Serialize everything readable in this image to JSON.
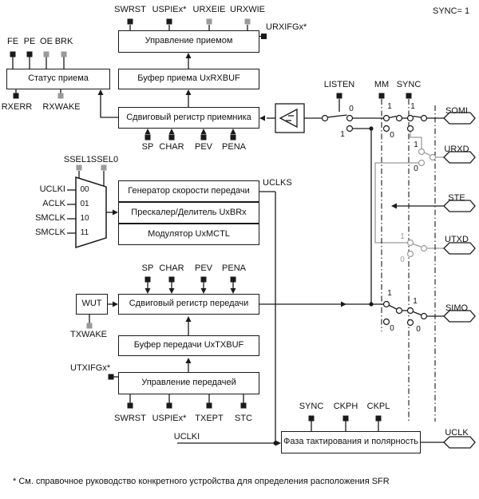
{
  "colors": {
    "line": "#1a1a1a",
    "inactive_line": "#9a9a9a",
    "background": "#ffffff"
  },
  "note_top_right": "SYNC= 1",
  "footnote": "* См. справочное руководство конкретного устройства для определения расположения SFR",
  "blocks": {
    "receive_control": "Управление приемом",
    "receive_status": "Статус приема",
    "receive_buffer": "Буфер приема UxRXBUF",
    "receive_shift": "Сдвиговый регистр приемника",
    "baud_generator": "Генератор скорости передачи",
    "prescaler": "Прескалер/Делитель UxBRx",
    "modulator": "Модулятор UxMCTL",
    "wut": "WUT",
    "transmit_shift": "Сдвиговый регистр передачи",
    "transmit_buffer": "Буфер передачи UxTXBUF",
    "transmit_control": "Управление передачей",
    "clock_phase": "Фаза тактирования и полярность"
  },
  "labels": {
    "swrst": "SWRST",
    "uspie": "USPIEx*",
    "urxeie": "URXEIE",
    "urxwie": "URXWIE",
    "urxifg": "URXIFGx*",
    "fe": "FE",
    "pe": "PE",
    "oe": "OE",
    "brk": "BRK",
    "rxerr": "RXERR",
    "rxwake": "RXWAKE",
    "sp": "SP",
    "char": "CHAR",
    "pev": "PEV",
    "pena": "PENA",
    "ssel1": "SSEL1",
    "ssel0": "SSEL0",
    "uclki": "UCLKI",
    "aclk": "ACLK",
    "smclk": "SMCLK",
    "m00": "00",
    "m01": "01",
    "m10": "10",
    "m11": "11",
    "uclks": "UCLKS",
    "txwake": "TXWAKE",
    "utxifg": "UTXIFGx*",
    "txept": "TXEPT",
    "stc": "STC",
    "listen": "LISTEN",
    "mm": "MM",
    "sync": "SYNC",
    "ckph": "CKPH",
    "ckpl": "CKPL",
    "somi": "SOMI",
    "urxd": "URXD",
    "ste": "STE",
    "utxd": "UTXD",
    "simo": "SIMO",
    "uclk": "UCLK",
    "zero": "0",
    "one": "1"
  }
}
